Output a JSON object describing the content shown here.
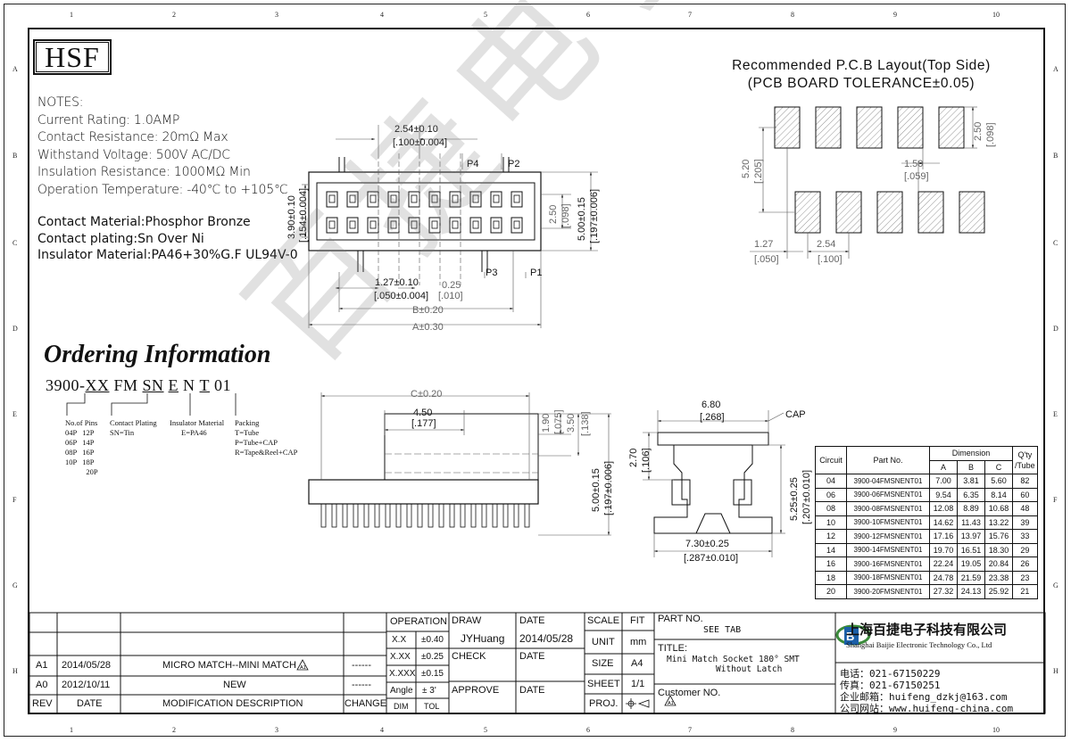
{
  "logo": "HSF",
  "notes": {
    "heading": "NOTES:",
    "lines": [
      "Current Rating: 1.0AMP",
      "Contact Resistance: 20mΩ Max",
      "Withstand Voltage: 500V AC/DC",
      "Insulation Resistance: 1000MΩ Min",
      "Operation Temperature: -40℃ to +105℃"
    ],
    "materials": [
      "Contact Material:Phosphor Bronze",
      "Contact plating:Sn Over Ni",
      "Insulator Material:PA46+30%G.F UL94V-0"
    ]
  },
  "ordering": {
    "title": "Ordering Information",
    "code_parts": [
      "3900-",
      "XX",
      " FM ",
      "SN",
      " ",
      "E",
      " N ",
      "T",
      " 01"
    ],
    "pins_label": "No.of Pins",
    "pins": [
      "04P   12P",
      "06P   14P",
      "08P   16P",
      "10P   18P",
      "           20P"
    ],
    "plating_label": "Contact Plating",
    "plating_value": "SN=Tin",
    "insulator_label": "Insulator Material",
    "insulator_value": "E=PA46",
    "packing_label": "Packing",
    "packing_values": [
      "T=Tube",
      "P=Tube+CAP",
      "R=Tape&Reel+CAP"
    ]
  },
  "pcb": {
    "title_line1": "Recommended P.C.B Layout(Top Side)",
    "title_line2": "(PCB BOARD TOLERANCE±0.05)",
    "dims": {
      "pad_h": "2.50",
      "pad_h_in": "[.098]",
      "pitch_half": "1.50",
      "pitch_half_in": "[.059]",
      "row_gap": "5.20",
      "row_gap_in": "[.205]",
      "offset": "1.27",
      "offset_in": "[.050]",
      "pitch": "2.54",
      "pitch_in": "[.100]"
    }
  },
  "top_view": {
    "pitch": "2.54±0.10",
    "pitch_in": "[.100±0.004]",
    "p4": "P4",
    "p2": "P2",
    "p3": "P3",
    "p1": "P1",
    "width": "3.90±0.10",
    "width_in": "[.154±0.004]",
    "pad": "2.50",
    "pad_in": "[.098]",
    "height": "5.00±0.15",
    "height_in": "[.197±0.006]",
    "offset": "1.27±0.10",
    "offset_in": "[.050±0.004]",
    "pin": "0.25",
    "pin_in": "[.010]",
    "b": "B±0.20",
    "a": "A±0.30"
  },
  "front_view": {
    "c": "C±0.20",
    "w": "4.50",
    "w_in": "[.177]",
    "h1": "1.90",
    "h1_in": "[.075]",
    "h2": "3.50",
    "h2_in": "[.138]",
    "height": "5.00±0.15",
    "height_in": "[.197±0.006]"
  },
  "side_view": {
    "top": "6.80",
    "top_in": "[.268]",
    "cap": "CAP",
    "left": "2.70",
    "left_in": "[.106]",
    "height": "5.25±0.25",
    "height_in": "[.207±0.010]",
    "bottom": "7.30±0.25",
    "bottom_in": "[.287±0.010]"
  },
  "dimension_table": {
    "headers": [
      "Circuit",
      "Part No.",
      "Dimension",
      "Q'ty /Tube"
    ],
    "sub": [
      "A",
      "B",
      "C"
    ],
    "rows": [
      [
        "04",
        "3900-04FMSNENT01",
        "7.00",
        "3.81",
        "5.60",
        "82"
      ],
      [
        "06",
        "3900-06FMSNENT01",
        "9.54",
        "6.35",
        "8.14",
        "60"
      ],
      [
        "08",
        "3900-08FMSNENT01",
        "12.08",
        "8.89",
        "10.68",
        "48"
      ],
      [
        "10",
        "3900-10FMSNENT01",
        "14.62",
        "11.43",
        "13.22",
        "39"
      ],
      [
        "12",
        "3900-12FMSNENT01",
        "17.16",
        "13.97",
        "15.76",
        "33"
      ],
      [
        "14",
        "3900-14FMSNENT01",
        "19.70",
        "16.51",
        "18.30",
        "29"
      ],
      [
        "16",
        "3900-16FMSNENT01",
        "22.24",
        "19.05",
        "20.84",
        "26"
      ],
      [
        "18",
        "3900-18FMSNENT01",
        "24.78",
        "21.59",
        "23.38",
        "23"
      ],
      [
        "20",
        "3900-20FMSNENT01",
        "27.32",
        "24.13",
        "25.92",
        "21"
      ]
    ]
  },
  "title_block": {
    "revisions": [
      {
        "rev": "A1",
        "date": "2014/05/28",
        "desc": "MICRO MATCH--MINI MATCH",
        "change": "------"
      },
      {
        "rev": "A0",
        "date": "2012/10/11",
        "desc": "NEW",
        "change": "------"
      }
    ],
    "rev_header": "REV",
    "date_header": "DATE",
    "desc_header": "MODIFICATION DESCRIPTION",
    "change_header": "CHANGE",
    "operation": "OPERATION",
    "tolerances": [
      [
        "X.X",
        "±0.40"
      ],
      [
        "X.XX",
        "±0.25"
      ],
      [
        "X.XXX",
        "±0.15"
      ],
      [
        "Angle",
        "± 3'"
      ]
    ],
    "dim_label": "DIM",
    "tol_label": "TOL",
    "draw": "DRAW",
    "drawer": "JYHuang",
    "check": "CHECK",
    "approve": "APPROVE",
    "date": "DATE",
    "date_value": "2014/05/28",
    "scale": "SCALE",
    "fit": "FIT",
    "unit": "UNIT",
    "unit_value": "mm",
    "size": "SIZE",
    "size_value": "A4",
    "sheet": "SHEET",
    "sheet_value": "1/1",
    "proj": "PROJ.",
    "part_no": "PART NO.",
    "part_no_value": "SEE TAB",
    "title": "TITLE:",
    "title_line1": "Mini Match Socket 180° SMT",
    "title_line2": "Without Latch",
    "customer": "Customer NO."
  },
  "company": {
    "name": "上海百捷电子科技有限公司",
    "name_en": "Shanghai Baijie Electronic Technology Co., Ltd",
    "phone": "电话：021-67150229",
    "fax": "传真：021-67150251",
    "email": "企业邮箱：huifeng_dzkj@163.com",
    "web": "公司网站：www.huifeng-china.com"
  },
  "watermark": "百捷电子",
  "zones": {
    "cols": [
      "1",
      "2",
      "3",
      "4",
      "5",
      "6",
      "7",
      "8",
      "9",
      "10"
    ],
    "rows": [
      "A",
      "B",
      "C",
      "D",
      "E",
      "F",
      "G",
      "H"
    ]
  }
}
